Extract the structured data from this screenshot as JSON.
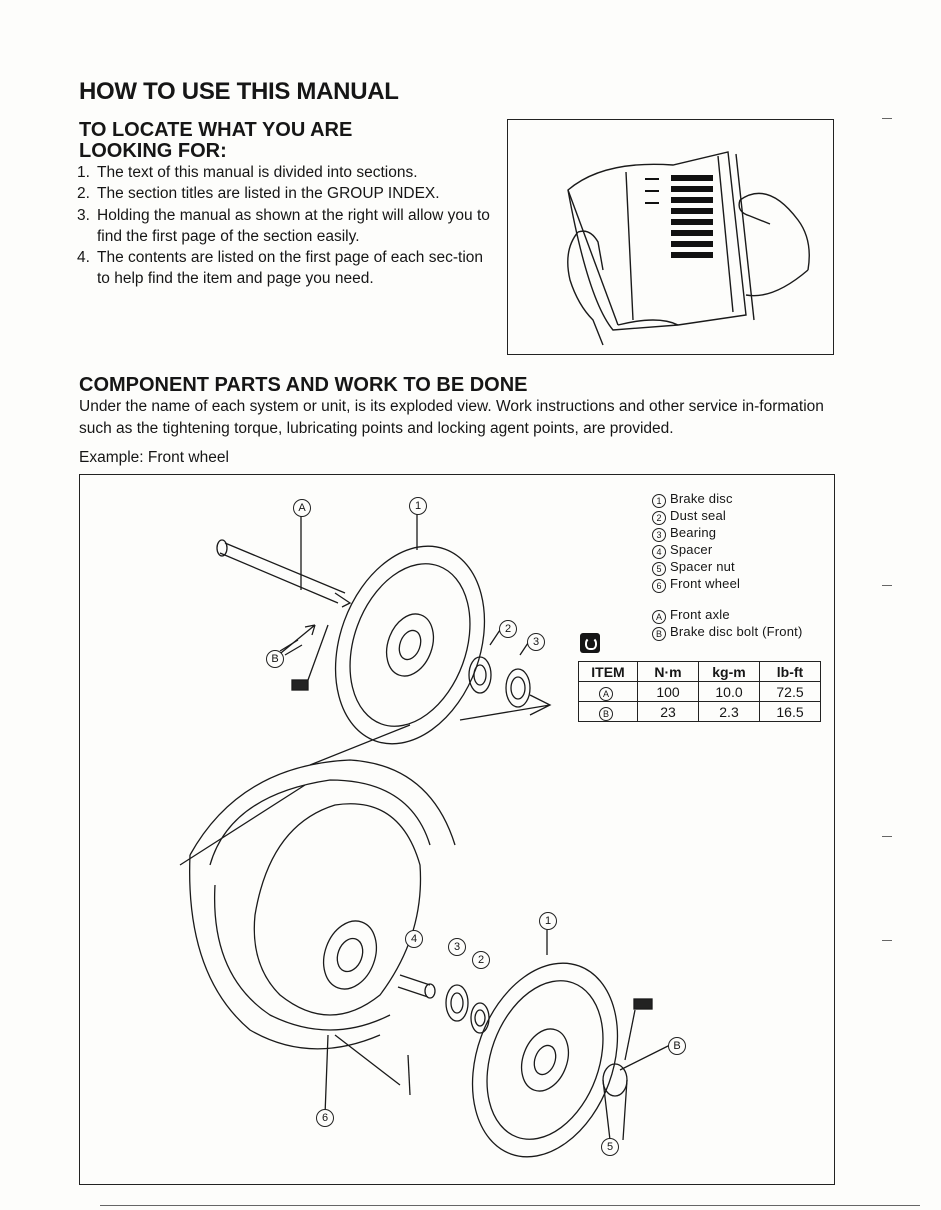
{
  "title": "HOW TO USE THIS MANUAL",
  "locate": {
    "heading_line1": "TO LOCATE WHAT YOU ARE",
    "heading_line2": "LOOKING FOR:",
    "steps": [
      {
        "num": "1.",
        "text": "The text of this manual is divided into sections."
      },
      {
        "num": "2.",
        "text": "The section titles are listed in the GROUP INDEX."
      },
      {
        "num": "3.",
        "text": "Holding the manual as shown at the right will allow you to find the first page of the section easily."
      },
      {
        "num": "4.",
        "text": "The contents are listed on the first page of each sec-tion to help find the item and page you need."
      }
    ]
  },
  "component": {
    "heading": "COMPONENT PARTS AND WORK TO BE DONE",
    "paragraph": "Under the name of each system or unit, is its exploded view. Work instructions and other service in-formation such as the tightening torque, lubricating points and locking agent points, are provided.",
    "example": "Example: Front wheel"
  },
  "legend": {
    "parts": [
      {
        "mark": "1",
        "label": "Brake disc"
      },
      {
        "mark": "2",
        "label": "Dust seal"
      },
      {
        "mark": "3",
        "label": "Bearing"
      },
      {
        "mark": "4",
        "label": "Spacer"
      },
      {
        "mark": "5",
        "label": "Spacer nut"
      },
      {
        "mark": "6",
        "label": "Front wheel"
      }
    ],
    "refs": [
      {
        "mark": "A",
        "label": "Front axle"
      },
      {
        "mark": "B",
        "label": "Brake disc bolt (Front)"
      }
    ]
  },
  "torque_table": {
    "headers": [
      "ITEM",
      "N·m",
      "kg-m",
      "lb-ft"
    ],
    "rows": [
      {
        "item": "A",
        "nm": "100",
        "kgm": "10.0",
        "lbft": "72.5"
      },
      {
        "item": "B",
        "nm": "23",
        "kgm": "2.3",
        "lbft": "16.5"
      }
    ]
  },
  "callouts": {
    "a": "A",
    "b": "B",
    "one": "1",
    "two": "2",
    "three": "3",
    "four": "4",
    "five": "5",
    "six": "6"
  }
}
